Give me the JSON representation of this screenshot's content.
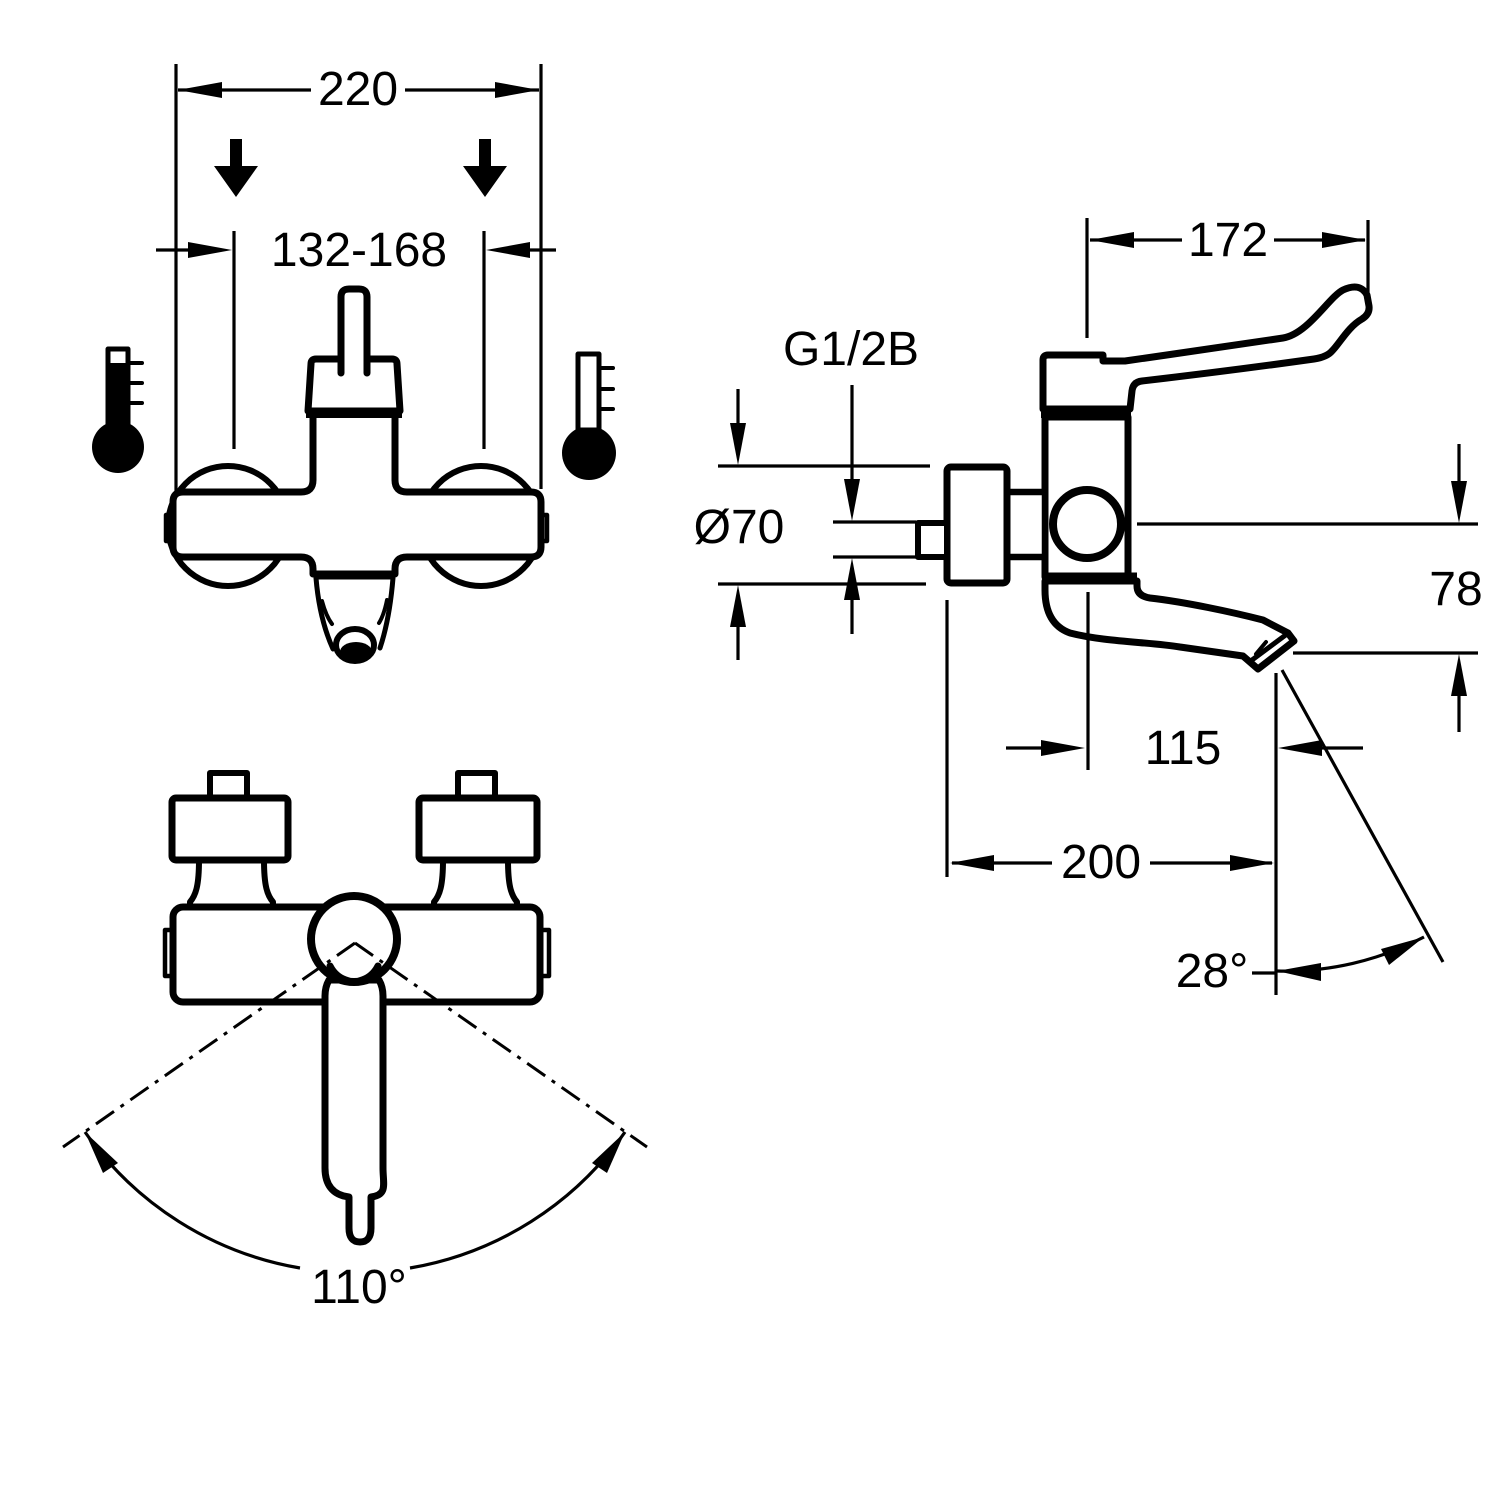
{
  "drawing": {
    "title": "wall-mounted single-lever mixer tap dimensional drawing",
    "background_color": "#ffffff",
    "line_color": "#000000",
    "front_view": {
      "dim_width": "220",
      "dim_inlet_spacing": "132-168",
      "icons": {
        "hot": "thermometer-hot-icon",
        "cold": "thermometer-cold-icon",
        "supply": "down-arrow-icon"
      }
    },
    "side_view": {
      "dim_lever_depth": "172",
      "thread_label": "G1/2B",
      "dim_flange_diameter": "Ø70",
      "dim_outlet_height": "78",
      "dim_outlet_projection": "115",
      "dim_total_depth": "200",
      "dim_outlet_angle": "28°"
    },
    "top_view": {
      "dim_swivel_angle": "110°"
    }
  }
}
